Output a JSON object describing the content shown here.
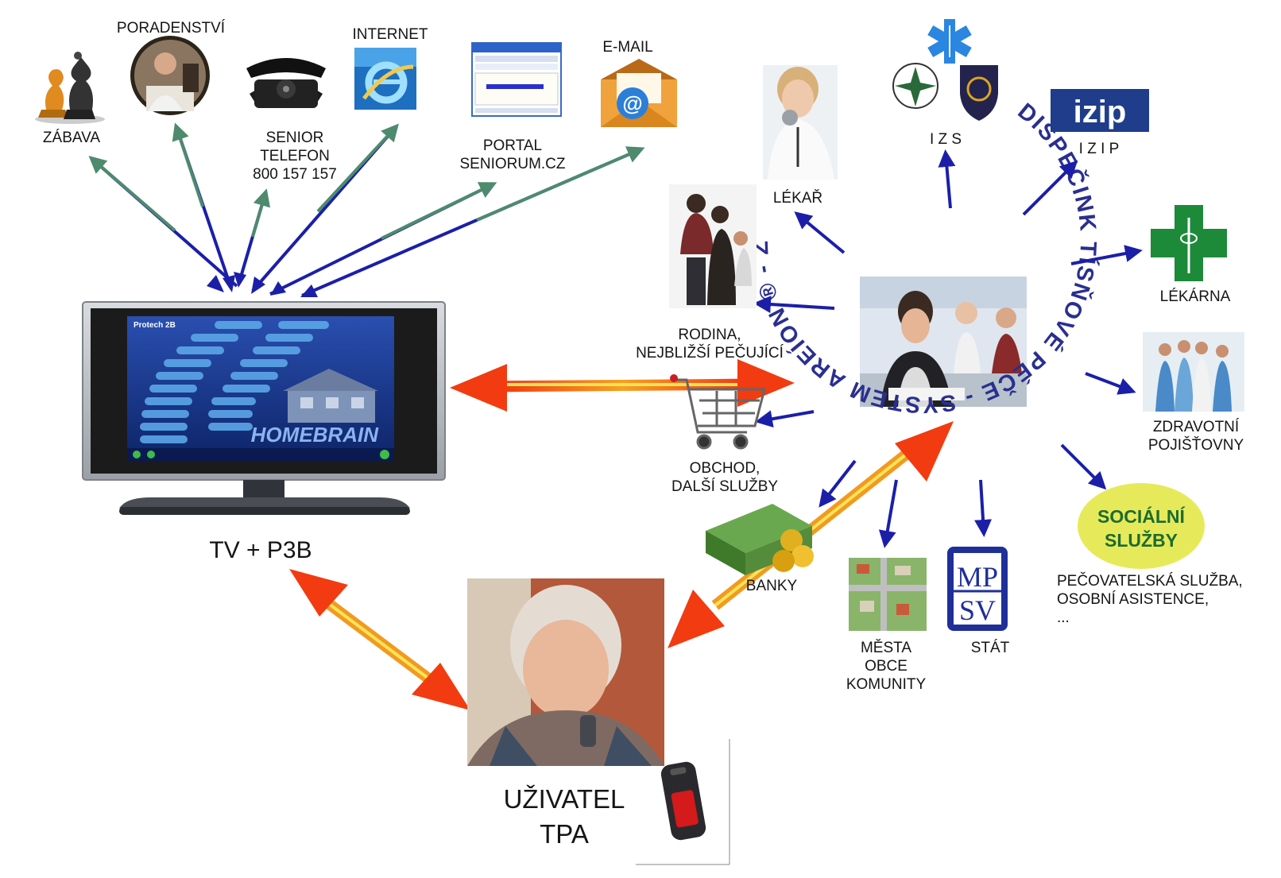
{
  "top_services": {
    "zabava": "ZÁBAVA",
    "poradenstvi": "PORADENSTVÍ",
    "senior_telefon": [
      "SENIOR",
      "TELEFON",
      "800 157 157"
    ],
    "internet": "INTERNET",
    "portal": [
      "PORTAL",
      "SENIORUM.CZ"
    ],
    "email": "E-MAIL",
    "email_symbol": "@"
  },
  "tv": {
    "label": "TV + P3B",
    "screen_brand": "HOMEBRAIN",
    "screen_title": "Protech 2B"
  },
  "user": {
    "label": [
      "UŽIVATEL",
      "TPA"
    ]
  },
  "dispatch_ring_text": "DISPEČINK TÍSŇOVÉ PÉČE - SYSTEM AREÍON ® - ŽIVOT 90 -",
  "providers": {
    "lekar": "LÉKAŘ",
    "izs": "I Z S",
    "izip_logo": "izip",
    "izip": "I Z I P",
    "lekarna": "LÉKÁRNA",
    "rodina": [
      "RODINA,",
      "NEJBLIŽŠÍ PEČUJÍCÍ"
    ],
    "pojistovny": [
      "ZDRAVOTNÍ",
      "POJIŠŤOVNY"
    ],
    "obchod": [
      "OBCHOD,",
      "DALŠÍ SLUŽBY"
    ],
    "banky": "BANKY",
    "mesta": [
      "MĚSTA",
      "OBCE",
      "KOMUNITY"
    ],
    "stat": "STÁT",
    "mpsv_logo": [
      "MP",
      "SV"
    ],
    "socialni_badge": [
      "SOCIÁLNÍ",
      "SLUŽBY"
    ],
    "socialni_detail": [
      "PEČOVATELSKÁ SLUŽBA,",
      "OSOBNÍ ASISTENCE,",
      "..."
    ]
  },
  "colors": {
    "green_arrow": "#4e8a6e",
    "blue_arrow": "#1b1fa8",
    "ring_text": "#2a2f8f",
    "orange_arrow": "#f07a10",
    "yellow_arrow": "#f7e35a",
    "izip_bg": "#1f3d8a",
    "pharmacy_green": "#1d8a3a",
    "social_badge": "#e6ea5a",
    "social_text": "#1e6b2e"
  }
}
